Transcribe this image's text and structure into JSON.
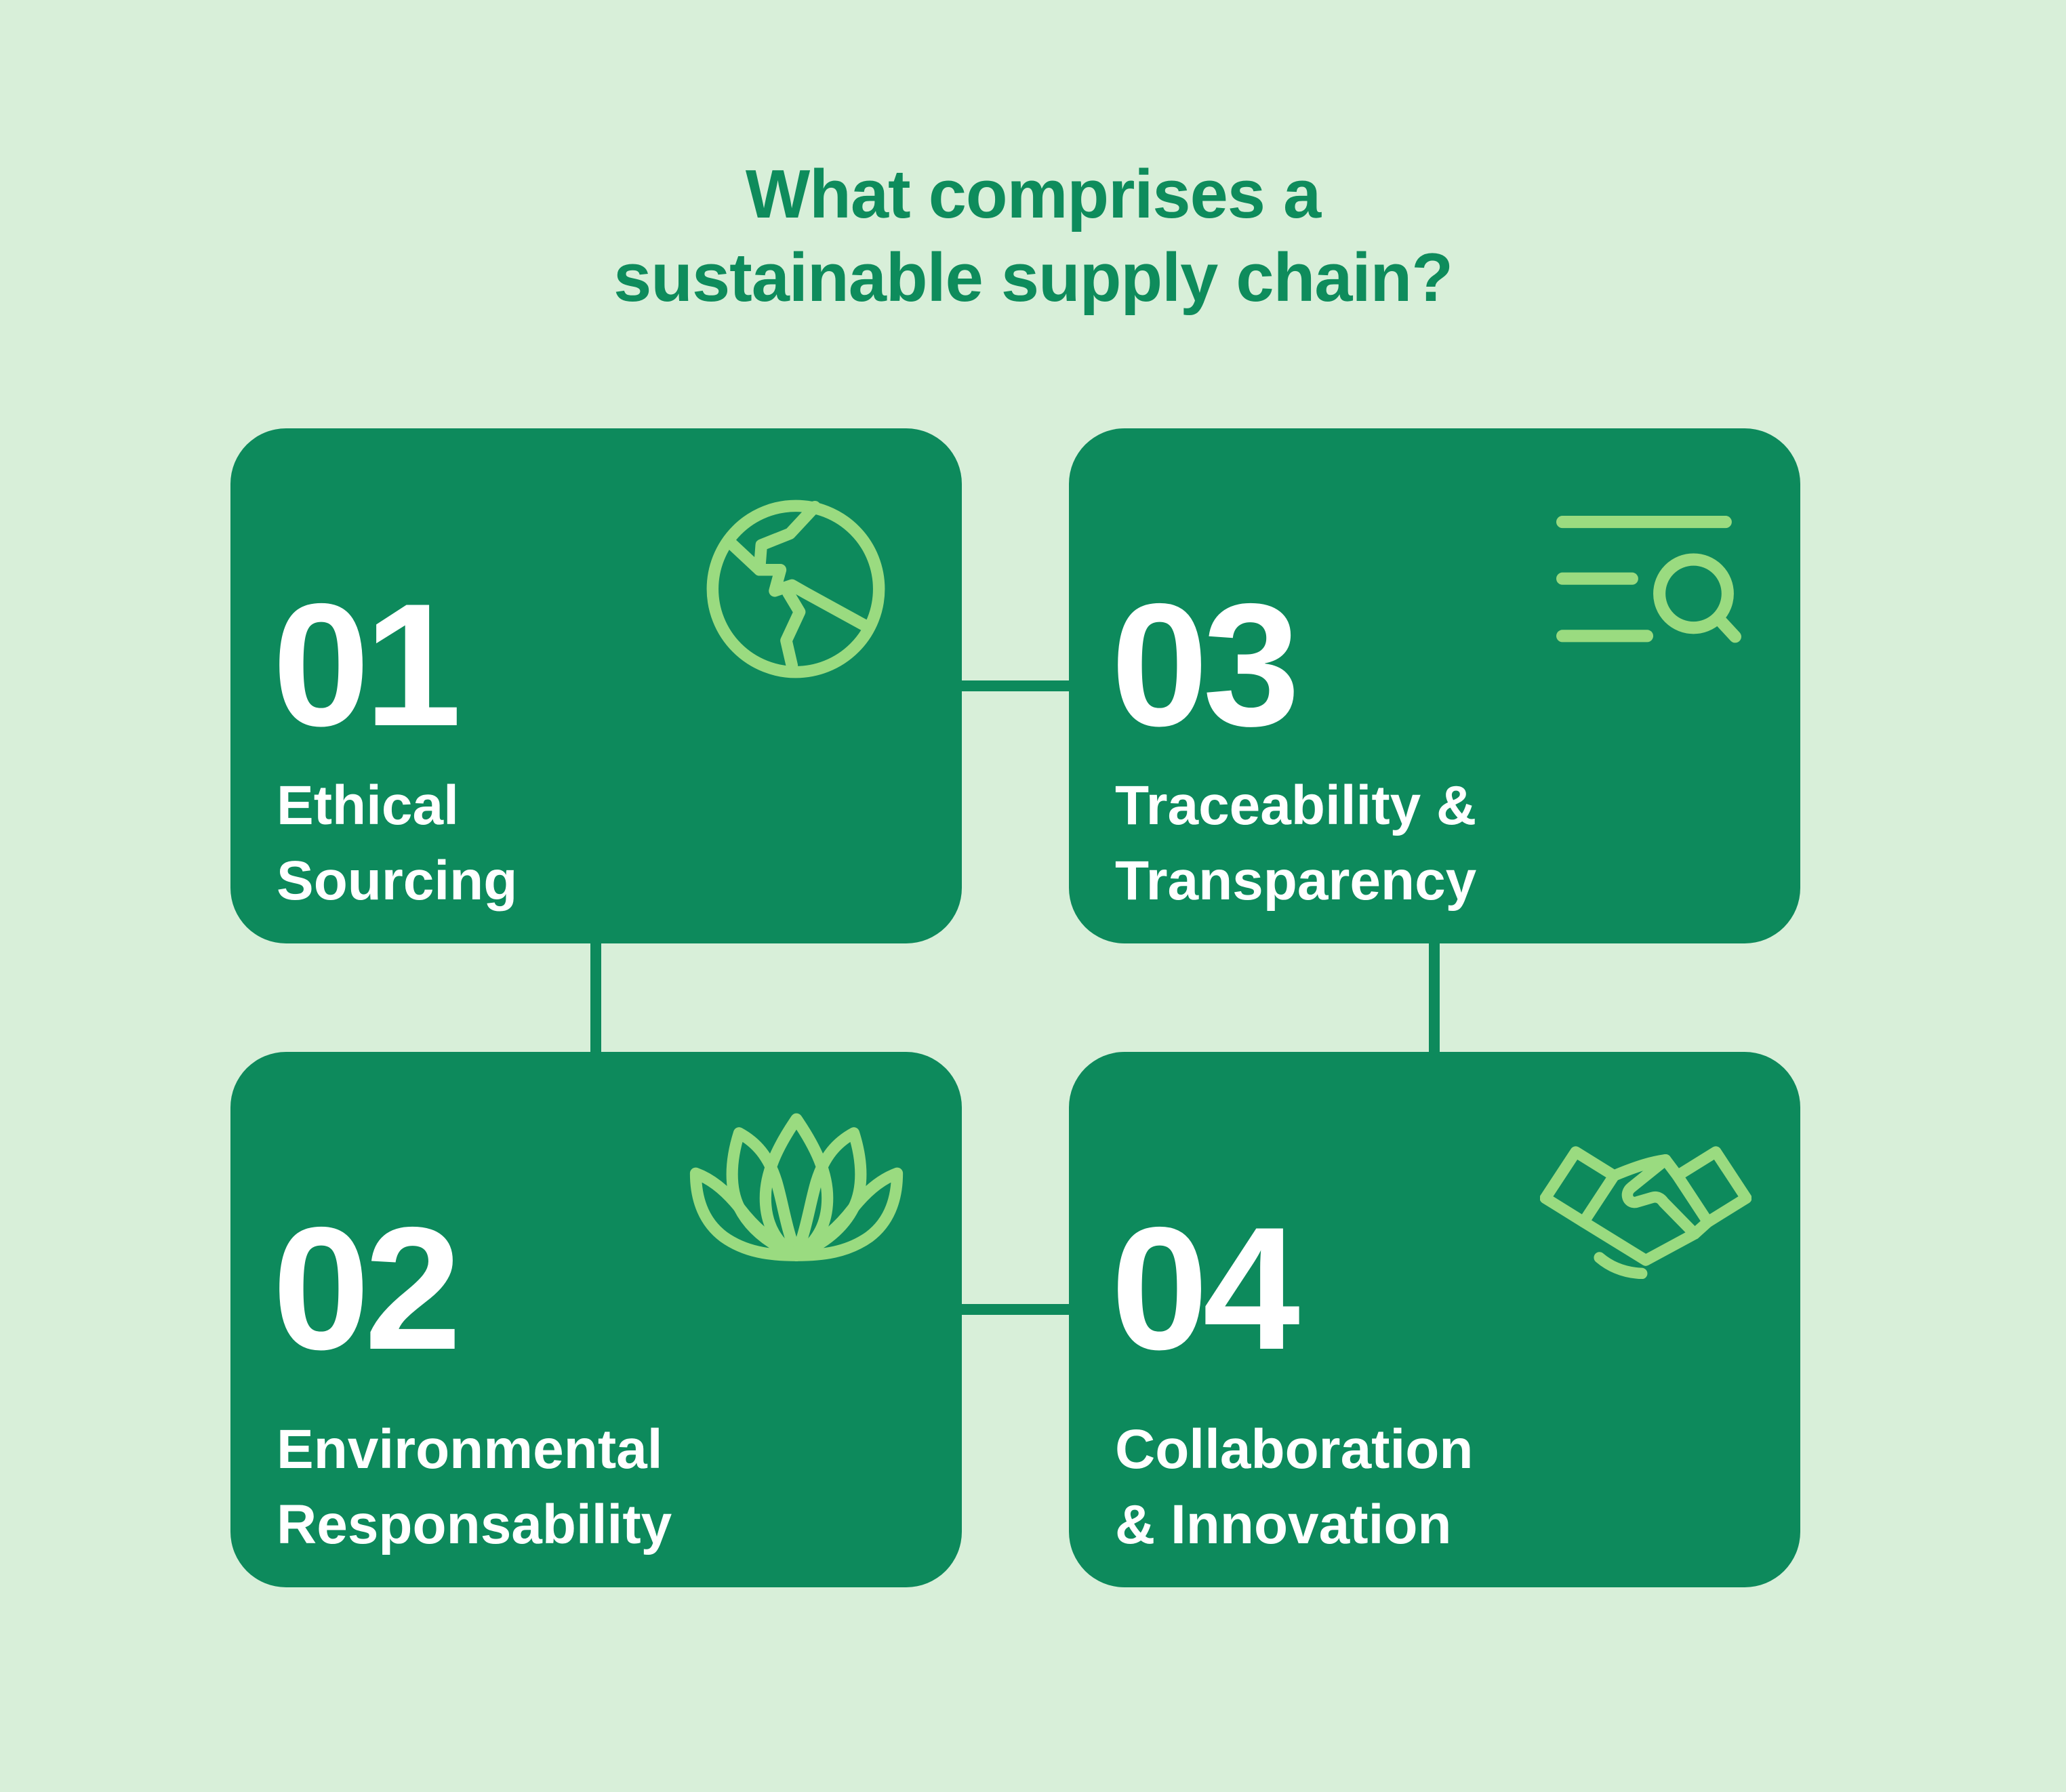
{
  "page": {
    "background_color": "#D8EFD9",
    "card_color": "#0D8A5C",
    "title_color": "#0E8C5C",
    "icon_color": "#9ADB80",
    "card_text_color": "#FFFFFF"
  },
  "title": {
    "line1": "What comprises a",
    "line2": "sustainable supply chain?"
  },
  "cards": [
    {
      "number": "01",
      "label_line1": "Ethical",
      "label_line2": "Sourcing",
      "icon": "globe-icon"
    },
    {
      "number": "02",
      "label_line1": "Environmental",
      "label_line2": "Responsability",
      "icon": "lotus-icon"
    },
    {
      "number": "03",
      "label_line1": "Traceability &",
      "label_line2": "Transparency",
      "icon": "search-list-icon"
    },
    {
      "number": "04",
      "label_line1": "Collaboration",
      "label_line2": "& Innovation",
      "icon": "handshake-icon"
    }
  ]
}
